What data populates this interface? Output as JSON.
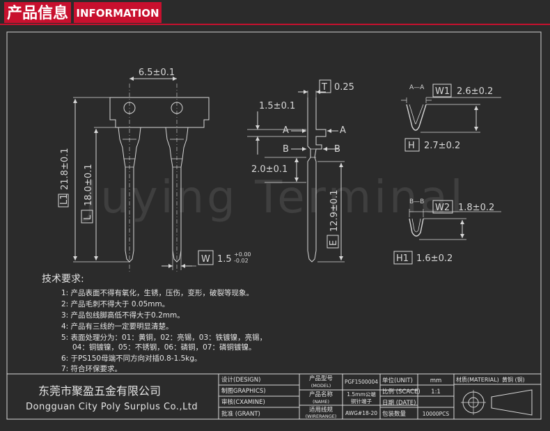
{
  "header": {
    "title_cn": "产品信息",
    "title_en": "INFORMATION"
  },
  "watermark": "Juying Terminal",
  "dimensions": {
    "pitch": "6.5±0.1",
    "total_length": "21.8±0.1",
    "total_length_label": "L1",
    "body_length": "18.0±0.1",
    "body_length_label": "L",
    "pin_width_label": "W",
    "pin_width_main": "1.5",
    "pin_width_tol_upper": "+0.00",
    "pin_width_tol_lower": "-0.02",
    "thickness_label": "T",
    "thickness": "0.25",
    "side_dim_a": "1.5±0.1",
    "side_dim_b": "2.0±0.1",
    "section_a_mark": "A",
    "section_b_mark": "B",
    "pin_length_label": "E",
    "pin_length": "12.9±0.1",
    "section_aa": "A—A",
    "w1_label": "W1",
    "w1_value": "2.6±0.2",
    "h_label": "H",
    "h_value": "2.7±0.2",
    "section_bb": "B—B",
    "w2_label": "W2",
    "w2_value": "1.8±0.2",
    "h1_label": "H1",
    "h1_value": "1.6±0.2"
  },
  "requirements": {
    "heading": "技术要求:",
    "items": [
      "1: 产品表面不得有氧化，生锈，压伤，变形，破裂等现象。",
      "2: 产品毛刺不得大于 0.05mm。",
      "3: 产品包线脚高低不得大于0.2mm。",
      "4: 产品有三线的一定要明显清楚。",
      "5: 表面处理分为：01：黄铜，02：亮锡，03：铁镀镍，亮锡，",
      "04：铜镀镍，05：不锈钢，06：磷铜，07：磷铜镀镍。",
      "6: 于PS150母端不同方向对插0.8-1.5kg。",
      "7: 符合环保要求。"
    ]
  },
  "title_block": {
    "company_cn": "东莞市聚盈五金有限公司",
    "company_en": "Dongguan City Poly Surplus Co.,Ltd",
    "design": "设计(DESIGN)",
    "graphics": "制图GRAPHICS)",
    "examine": "审核(CXAMINE)",
    "grant": "批准 (GRANT)",
    "model_label_1": "产品型号",
    "model_label_2": "(MODEL)",
    "model_value": "PGF1500004",
    "name_label_1": "产品名称",
    "name_label_2": "(NAME)",
    "name_value_1": "1.5mm公端",
    "name_value_2": "铜针端子",
    "wire_label_1": "适用线规",
    "wire_label_2": "(WIRERANGE)",
    "wire_value": "AWG#18-20",
    "unit_label": "单位(UNIT)",
    "unit_value": "mm",
    "scale_label": "比例 (SCACE)",
    "scale_value": "1:1",
    "date_label": "日期 (DATE)",
    "date_value": "",
    "qty_label": "包装数量",
    "qty_value": "10000PCS",
    "material_label": "材质(MATERIAL)",
    "material_value": "黄铜 (铜)"
  }
}
